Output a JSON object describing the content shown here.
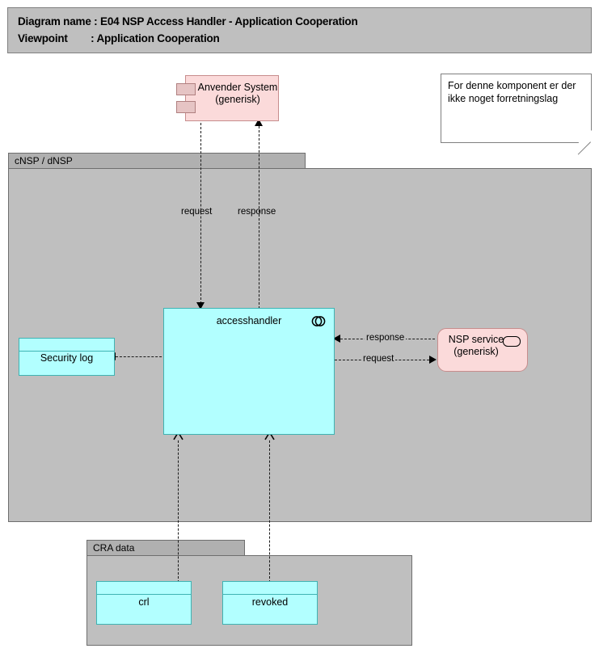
{
  "header": {
    "line1": "Diagram name : E04 NSP Access Handler - Application Cooperation",
    "line2": "Viewpoint        : Application Cooperation"
  },
  "note": {
    "text": "For denne komponent er der ikke noget forretningslag"
  },
  "groups": [
    {
      "id": "cnsp",
      "label": "cNSP / dNSP"
    },
    {
      "id": "cra",
      "label": "CRA data"
    }
  ],
  "nodes": {
    "anvender_system": {
      "name": "Anvender System",
      "qualifier": "(generisk)",
      "type": "application-component",
      "color": "#fbdada"
    },
    "accesshandler": {
      "name": "accesshandler",
      "type": "application-component",
      "color": "#b2ffff"
    },
    "nsp_service": {
      "name": "NSP service",
      "qualifier": "(generisk)",
      "type": "application-service",
      "color": "#fbdada"
    },
    "security_log": {
      "name": "Security log",
      "type": "application-component",
      "color": "#b2ffff"
    },
    "crl": {
      "name": "crl",
      "type": "application-component",
      "color": "#b2ffff"
    },
    "revoked": {
      "name": "revoked",
      "type": "application-component",
      "color": "#b2ffff"
    }
  },
  "connector_labels": {
    "request_top": "request",
    "response_top": "response",
    "response_right": "response",
    "request_right": "request"
  },
  "colors": {
    "background": "#ffffff",
    "group_fill": "#bfbfbf",
    "group_tab": "#b0b0b0",
    "group_border": "#6e6e6e",
    "pink_fill": "#fbdada",
    "pink_border": "#c78d8d",
    "cyan_fill": "#b2ffff",
    "cyan_border": "#3fb3b3",
    "line": "#1a1a1a",
    "text": "#000000"
  }
}
